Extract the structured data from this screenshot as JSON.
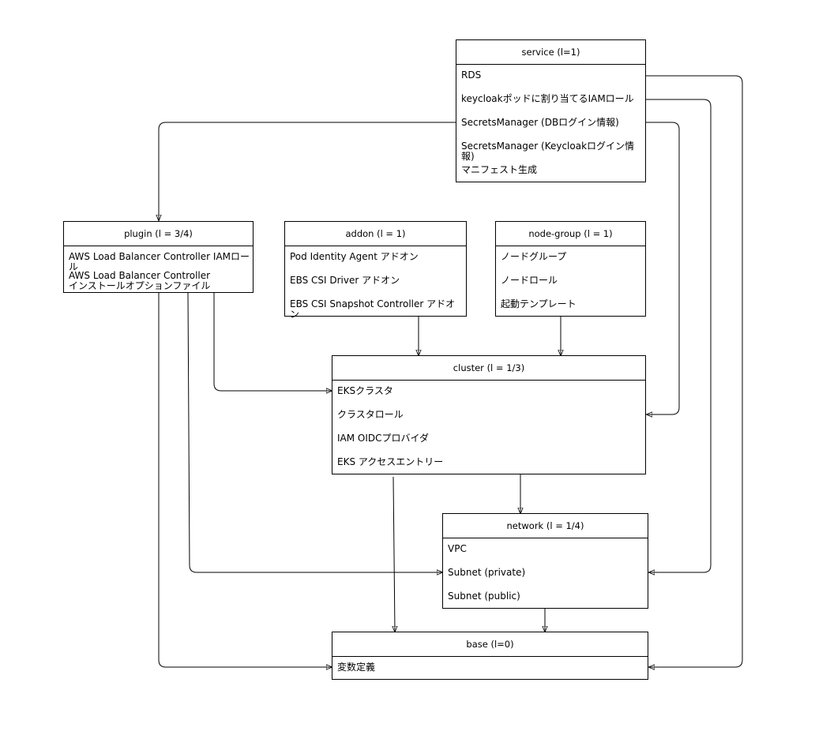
{
  "boxes": {
    "service": {
      "title": "service (l=1)",
      "items": [
        "RDS",
        "keycloakポッドに割り当てるIAMロール",
        "SecretsManager (DBログイン情報)",
        "SecretsManager (Keycloakログイン情報)",
        "マニフェスト生成"
      ]
    },
    "plugin": {
      "title": "plugin (l = 3/4)",
      "items": [
        "AWS Load Balancer Controller IAMロール",
        "AWS Load Balancer Controller\nインストールオプションファイル"
      ]
    },
    "addon": {
      "title": "addon (l = 1)",
      "items": [
        "Pod Identity Agent アドオン",
        "EBS CSI Driver アドオン",
        "EBS CSI Snapshot Controller アドオン"
      ]
    },
    "node_group": {
      "title": "node-group (l = 1)",
      "items": [
        "ノードグループ",
        "ノードロール",
        "起動テンプレート"
      ]
    },
    "cluster": {
      "title": "cluster (l = 1/3)",
      "items": [
        "EKSクラスタ",
        "クラスタロール",
        "IAM OIDCプロバイダ",
        "EKS アクセスエントリー"
      ]
    },
    "network": {
      "title": "network (l = 1/4)",
      "items": [
        "VPC",
        "Subnet (private)",
        "Subnet (public)"
      ]
    },
    "base": {
      "title": "base (l=0)",
      "items": [
        "変数定義"
      ]
    }
  }
}
